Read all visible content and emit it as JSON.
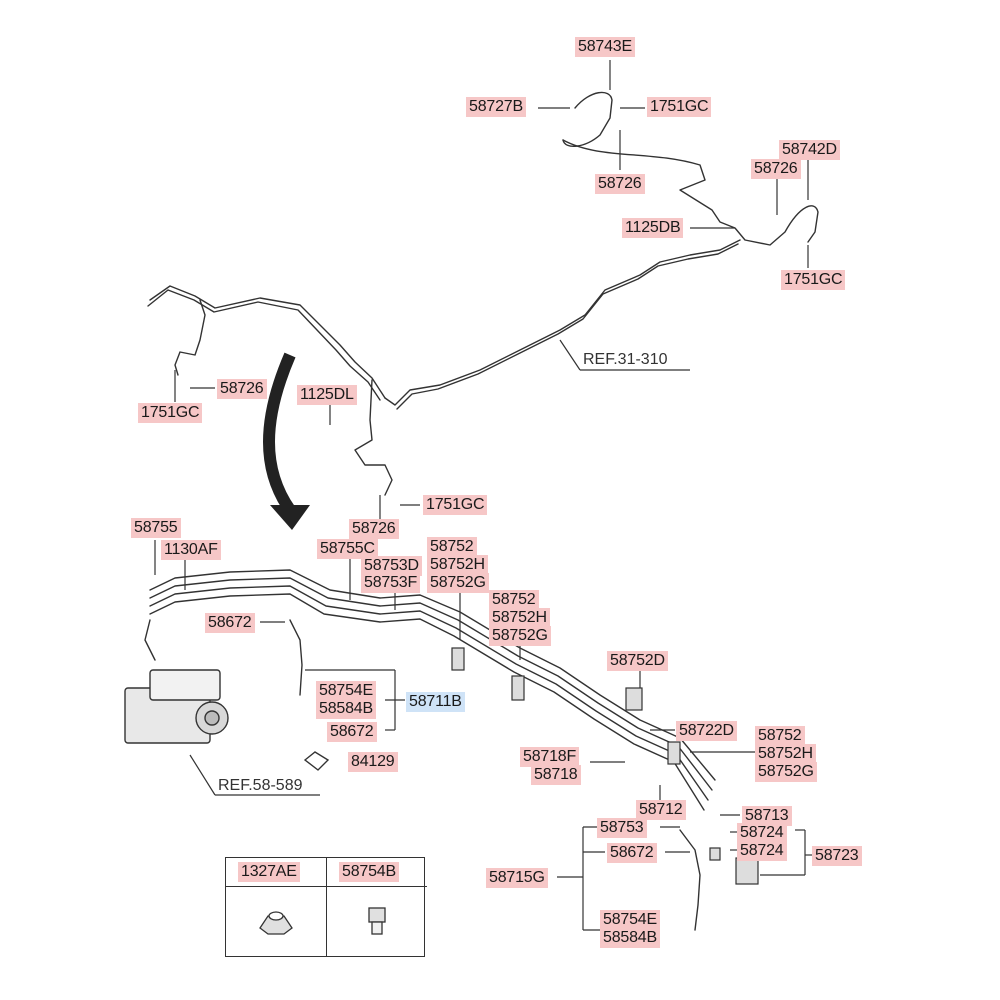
{
  "labels": {
    "l58743E": "58743E",
    "l58727B": "58727B",
    "l1751GC_a": "1751GC",
    "l58742D": "58742D",
    "l58726_a": "58726",
    "l58726_b": "58726",
    "l1125DB": "1125DB",
    "l1751GC_b": "1751GC",
    "l58726_c": "58726",
    "l1751GC_c": "1751GC",
    "l1125DL": "1125DL",
    "l1751GC_d": "1751GC",
    "l58726_d": "58726",
    "l58755": "58755",
    "l1130AF": "1130AF",
    "l58755C": "58755C",
    "l58753D": "58753D",
    "l58753F": "58753F",
    "l58752_a": "58752",
    "l58752H_a": "58752H",
    "l58752G_a": "58752G",
    "l58752_b": "58752",
    "l58752H_b": "58752H",
    "l58752G_b": "58752G",
    "l58672_a": "58672",
    "l58754E_a": "58754E",
    "l58584B_a": "58584B",
    "l58711B": "58711B",
    "l58672_b": "58672",
    "l84129": "84129",
    "l58752D": "58752D",
    "l58722D": "58722D",
    "l58752_c": "58752",
    "l58752H_c": "58752H",
    "l58752G_c": "58752G",
    "l58718F": "58718F",
    "l58718": "58718",
    "l58712": "58712",
    "l58713": "58713",
    "l58753": "58753",
    "l58724_a": "58724",
    "l58672_c": "58672",
    "l58724_b": "58724",
    "l58723": "58723",
    "l58715G": "58715G",
    "l58754E_b": "58754E",
    "l58584B_b": "58584B"
  },
  "references": {
    "ref_31_310": "REF.31-310",
    "ref_58_589": "REF.58-589"
  },
  "legend": {
    "col1": "1327AE",
    "col2": "58754B"
  },
  "colors": {
    "label_bg": "#f6c7c7",
    "highlight_bg": "#cfe3f7",
    "line": "#333333"
  }
}
